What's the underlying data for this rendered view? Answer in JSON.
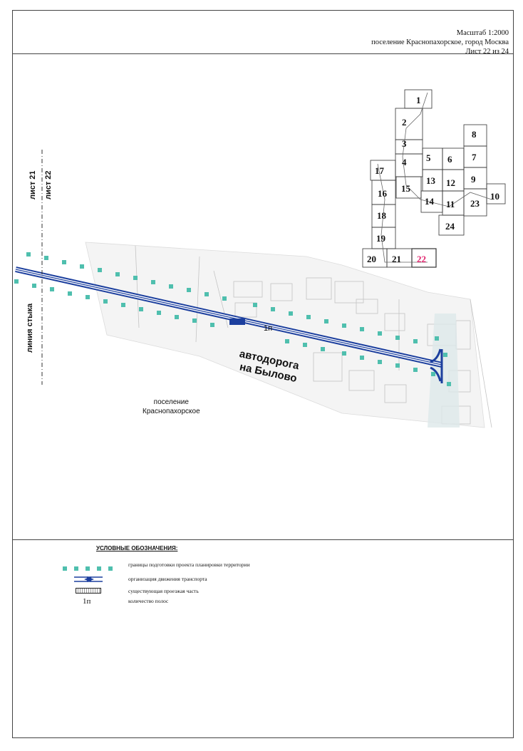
{
  "title_block": {
    "scale": "Масштаб 1:2000",
    "location": "поселение Краснопахорское, город Москва",
    "sheet": "Лист 22 из 24"
  },
  "sheet_labels": {
    "left": "лист 21",
    "right": "лист 22",
    "junction": "линия стыка"
  },
  "map": {
    "road_name_line1": "автодорога",
    "road_name_line2": "на Былово",
    "settlement_line1": "поселение",
    "settlement_line2": "Краснопахорское",
    "lane_count_label": "1п"
  },
  "index_map": {
    "highlighted_sheet": "22",
    "highlight_color": "#e0206a",
    "sheets": [
      "1",
      "2",
      "3",
      "4",
      "5",
      "6",
      "7",
      "8",
      "9",
      "10",
      "11",
      "12",
      "13",
      "14",
      "15",
      "16",
      "17",
      "18",
      "19",
      "20",
      "21",
      "22",
      "23",
      "24"
    ]
  },
  "legend": {
    "title": "УСЛОВНЫЕ ОБОЗНАЧЕНИЯ:",
    "items": [
      {
        "icon": "teal-dot-boundary-icon",
        "label": "границы подготовки проекта планировки территории"
      },
      {
        "icon": "traffic-direction-icon",
        "label": "организация движения транспорта"
      },
      {
        "icon": "carriageway-icon",
        "label": "существующая проезжая часть"
      },
      {
        "icon": "lane-count-icon",
        "symbol": "1п",
        "label": "количество полос"
      }
    ]
  },
  "colors": {
    "road_blue": "#1c3f9e",
    "boundary_teal": "#4fbfae",
    "base_map_grey": "#b8b8b8"
  }
}
